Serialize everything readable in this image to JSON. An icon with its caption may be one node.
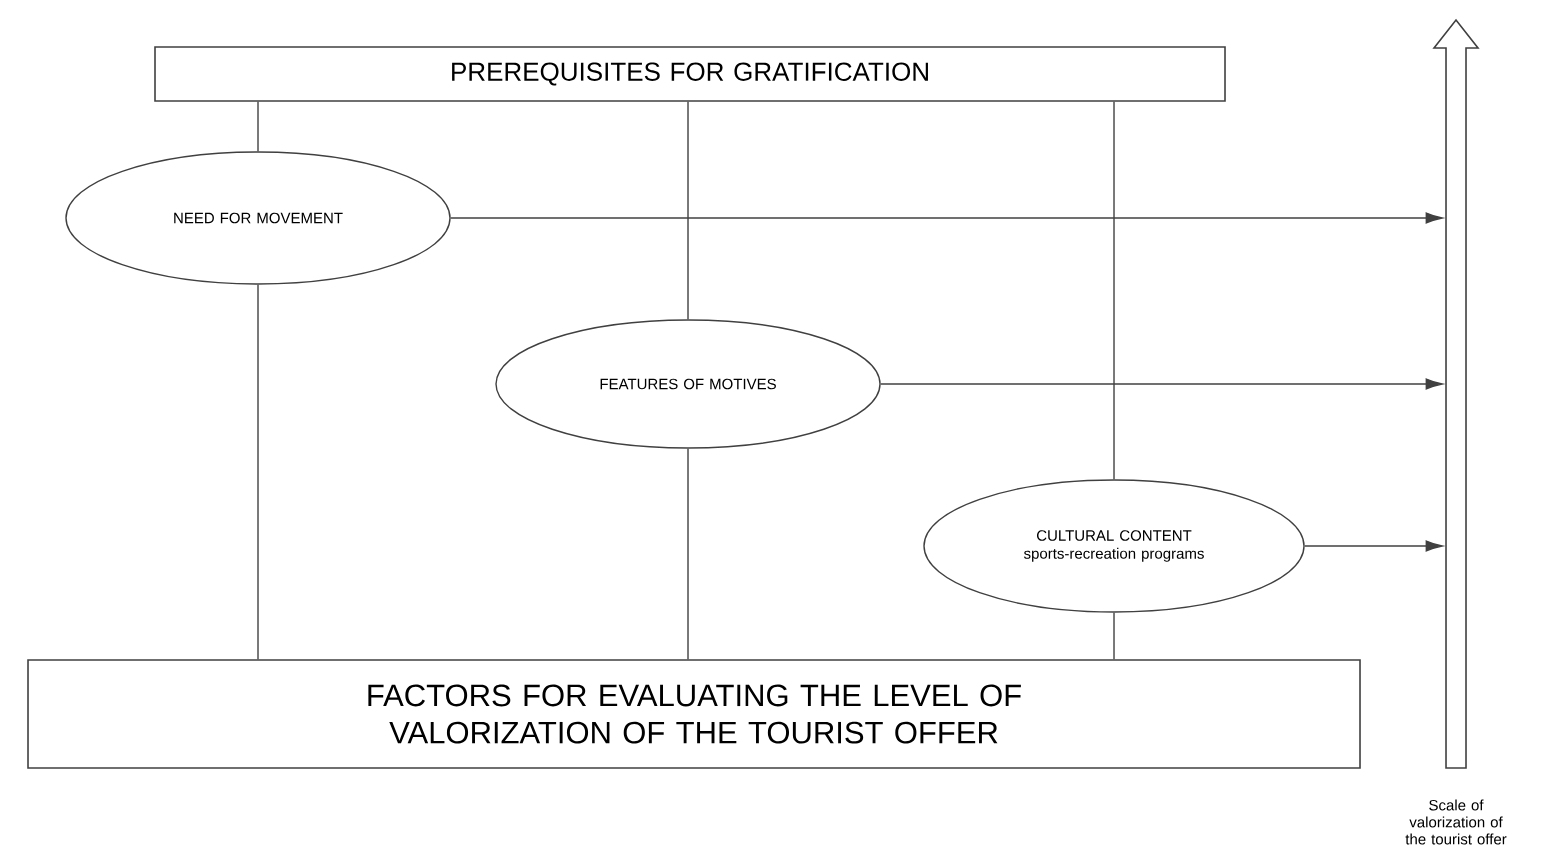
{
  "diagram": {
    "nodes": [
      {
        "text": [
          "PREREQUISITES FOR GRATIFICATION"
        ]
      },
      {
        "text": [
          "NEED FOR MOVEMENT"
        ]
      },
      {
        "text": [
          "FEATURES OF MOTIVES"
        ]
      },
      {
        "text": [
          "CULTURAL CONTENT",
          "sports-recreation programs"
        ]
      },
      {
        "text": [
          "FACTORS FOR EVALUATING THE LEVEL OF VALORIZATION OF THE TOURIST OFFER"
        ]
      },
      {
        "text": [],
        "shape": "arrow",
        "beside": [
          "Scale of valorization of the tourist offer"
        ]
      }
    ],
    "edges": [
      {
        "from": 0,
        "to": 1,
        "arrow": "none"
      },
      {
        "from": 1,
        "to": 4,
        "arrow": "none"
      },
      {
        "from": 0,
        "to": 2,
        "arrow": "none"
      },
      {
        "from": 2,
        "to": 4,
        "arrow": "none"
      },
      {
        "from": 0,
        "to": 3,
        "arrow": "none"
      },
      {
        "from": 3,
        "to": 4,
        "arrow": "none"
      },
      {
        "from": 1,
        "to": 5,
        "arrow": "to"
      },
      {
        "from": 2,
        "to": 5,
        "arrow": "to"
      },
      {
        "from": 3,
        "to": 5,
        "arrow": "to"
      }
    ]
  }
}
